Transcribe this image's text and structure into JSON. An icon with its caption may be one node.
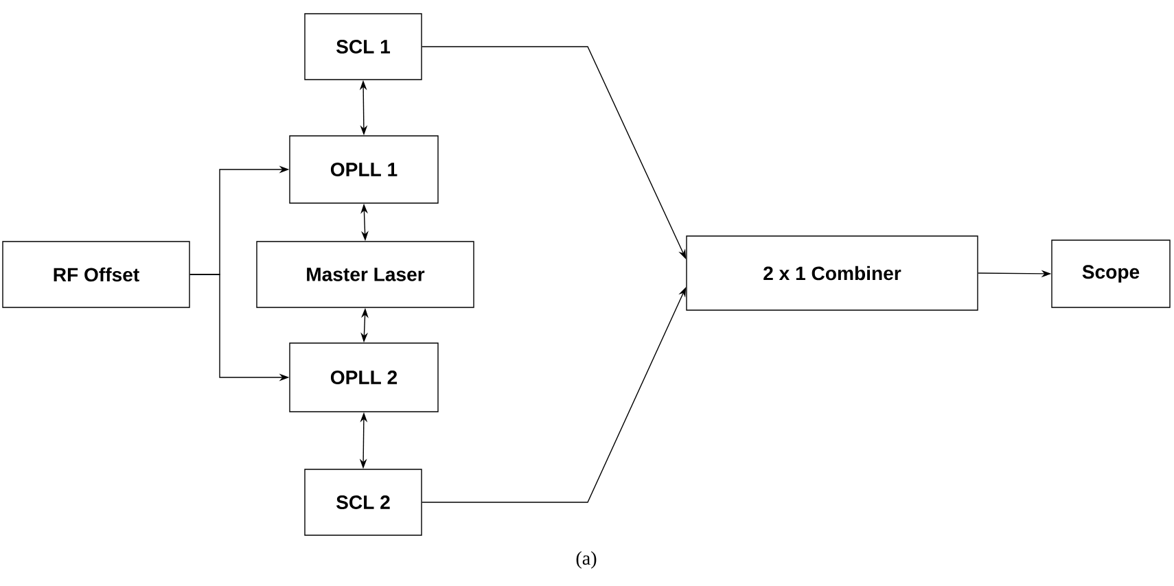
{
  "diagram": {
    "nodes": [
      {
        "text": [
          "SCL 1"
        ]
      },
      {
        "text": [
          "OPLL 1"
        ]
      },
      {
        "text": [
          "RF Offset"
        ]
      },
      {
        "text": [
          "Master Laser"
        ]
      },
      {
        "text": [
          "OPLL 2"
        ]
      },
      {
        "text": [
          "SCL 2"
        ]
      },
      {
        "text": [
          "2 x 1 Combiner"
        ]
      },
      {
        "text": [
          "Scope"
        ]
      }
    ],
    "edges": [
      {
        "from": 0,
        "to": 1,
        "arrow": "both"
      },
      {
        "from": 1,
        "to": 3,
        "arrow": "both"
      },
      {
        "from": 3,
        "to": 4,
        "arrow": "both"
      },
      {
        "from": 4,
        "to": 5,
        "arrow": "both"
      },
      {
        "from": 2,
        "to": 1,
        "arrow": "to"
      },
      {
        "from": 2,
        "to": 4,
        "arrow": "to"
      },
      {
        "from": 0,
        "to": 6,
        "arrow": "to"
      },
      {
        "from": 5,
        "to": 6,
        "arrow": "to"
      },
      {
        "from": 6,
        "to": 7,
        "arrow": "to"
      }
    ],
    "labels": [
      "(a)"
    ]
  }
}
